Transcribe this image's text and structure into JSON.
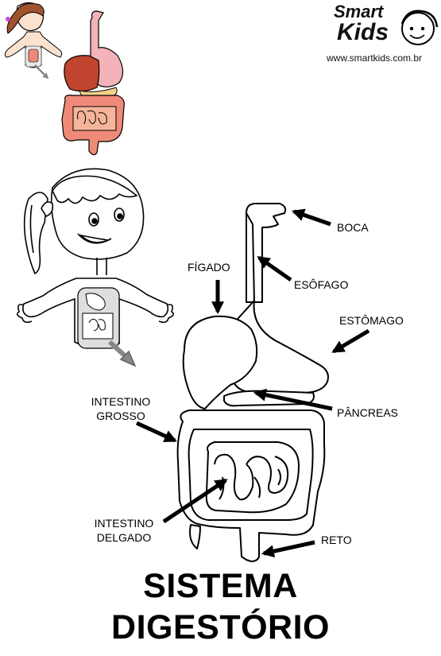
{
  "logo": {
    "line1": "Smart",
    "line2": "Kids"
  },
  "website": "www.smartkids.com.br",
  "labels": {
    "boca": "BOCA",
    "figado": "FÍGADO",
    "esofago": "ESÔFAGO",
    "estomago": "ESTÔMAGO",
    "intestino_grosso_1": "INTESTINO",
    "intestino_grosso_2": "GROSSO",
    "pancreas": "PÂNCREAS",
    "intestino_delgado_1": "INTESTINO",
    "intestino_delgado_2": "DELGADO",
    "reto": "RETO"
  },
  "title": {
    "line1": "SISTEMA",
    "line2": "DIGESTÓRIO"
  },
  "colors": {
    "liver": "#c0442e",
    "stomach": "#f3b3b8",
    "esophagus": "#f6c3c3",
    "pancreas": "#f2d28a",
    "large_intestine": "#f08a78",
    "small_intestine": "#f5b59a",
    "skin": "#fbe2cf",
    "hair": "#a0522d"
  }
}
